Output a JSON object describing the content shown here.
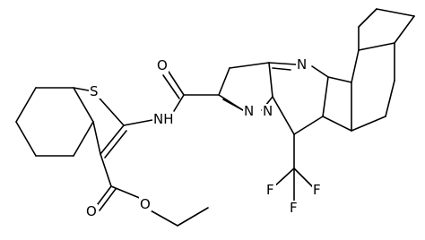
{
  "molecule": {
    "bond_color": "#000000",
    "background": "#ffffff",
    "atom_labels": {
      "thiophene_s": "S",
      "amide_nh": "NH",
      "amide_o": "O",
      "pyrazole_n2": "N",
      "bridge_n": "N",
      "pyrimidine_n": "N",
      "ester_o_carbonyl": "O",
      "ester_o_ether": "O",
      "f1": "F",
      "f2": "F",
      "f3": "F"
    }
  }
}
